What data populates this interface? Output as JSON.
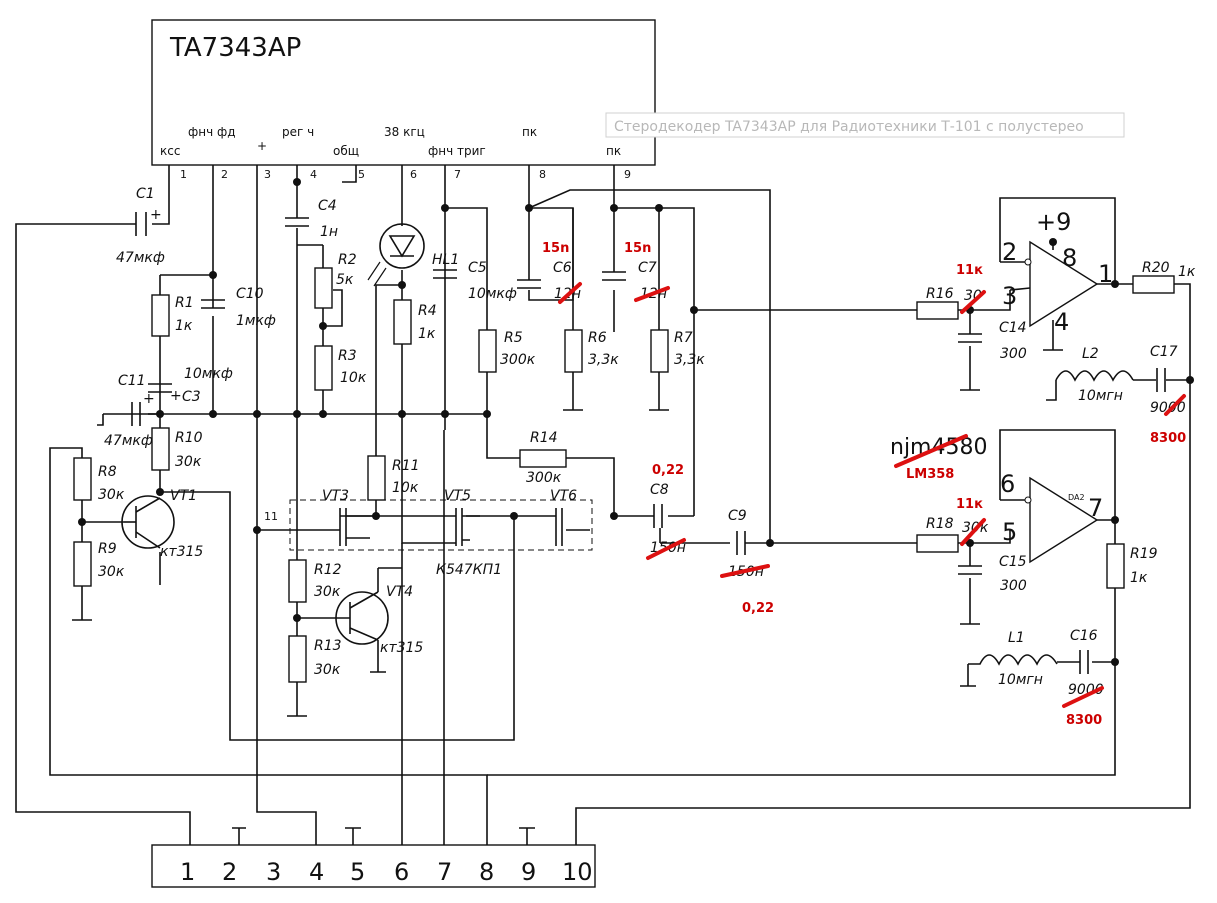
{
  "ic": {
    "name": "TA7343AP",
    "pin_names": [
      "ксс",
      "фнч фд",
      "+",
      "рег ч",
      "общ",
      "38 кгц",
      "фнч триг",
      "пк",
      "пк"
    ],
    "pin_numbers": [
      "1",
      "2",
      "3",
      "4",
      "5",
      "6",
      "7",
      "8",
      "9"
    ]
  },
  "tooltip": "Стеродекодер TA7343AP для Радиотехники Т-101 с полустерео",
  "components": {
    "C1": {
      "ref": "C1",
      "value": "47мкф"
    },
    "C10": {
      "ref": "C10",
      "value": "1мкф"
    },
    "R1": {
      "ref": "R1",
      "value": "1к"
    },
    "C11": {
      "ref": "C11",
      "value": "47мкф"
    },
    "C3": {
      "ref": "C3",
      "value": "10мкф"
    },
    "R10": {
      "ref": "R10",
      "value": "30к"
    },
    "R8": {
      "ref": "R8",
      "value": "30к"
    },
    "R9": {
      "ref": "R9",
      "value": "30к"
    },
    "VT1": {
      "ref": "VT1",
      "value": "кт315"
    },
    "C4": {
      "ref": "C4",
      "value": "1н"
    },
    "R2": {
      "ref": "R2",
      "value": "5к"
    },
    "R3": {
      "ref": "R3",
      "value": "10к"
    },
    "HL1": {
      "ref": "HL1"
    },
    "R4": {
      "ref": "R4",
      "value": "1к"
    },
    "C5": {
      "ref": "C5",
      "value": "10мкф"
    },
    "R5": {
      "ref": "R5",
      "value": "300к"
    },
    "C6": {
      "ref": "C6",
      "value": "12н"
    },
    "C7": {
      "ref": "C7",
      "value": "12н"
    },
    "R6": {
      "ref": "R6",
      "value": "3,3к"
    },
    "R7": {
      "ref": "R7",
      "value": "3,3к"
    },
    "R14": {
      "ref": "R14",
      "value": "300к"
    },
    "R11": {
      "ref": "R11",
      "value": "10к"
    },
    "VT3": {
      "ref": "VT3"
    },
    "VT5": {
      "ref": "VT5"
    },
    "VT6": {
      "ref": "VT6"
    },
    "K547": {
      "ref": "К547КП1"
    },
    "node11": {
      "ref": "11"
    },
    "R12": {
      "ref": "R12",
      "value": "30к"
    },
    "R13": {
      "ref": "R13",
      "value": "30к"
    },
    "VT4": {
      "ref": "VT4",
      "value": "кт315"
    },
    "C8": {
      "ref": "C8",
      "value": "150н"
    },
    "C9": {
      "ref": "C9",
      "value": "150н"
    },
    "R16": {
      "ref": "R16",
      "value": "30"
    },
    "C14": {
      "ref": "C14",
      "value": "300"
    },
    "R20": {
      "ref": "R20",
      "value": "1к"
    },
    "L2": {
      "ref": "L2",
      "value": "10мгн"
    },
    "C17": {
      "ref": "C17",
      "value": "9000"
    },
    "R18": {
      "ref": "R18",
      "value": "30к"
    },
    "C15": {
      "ref": "C15",
      "value": "300"
    },
    "R19": {
      "ref": "R19",
      "value": "1к"
    },
    "L1": {
      "ref": "L1",
      "value": "10мгн"
    },
    "C16": {
      "ref": "C16",
      "value": "9000"
    },
    "DA2": {
      "ref": "DA2"
    }
  },
  "opamp_top": {
    "supply": "+9",
    "pin_in_minus": "2",
    "pin_in_plus": "3",
    "pin_v_plus": "8",
    "pin_v_minus": "4",
    "pin_out": "1"
  },
  "opamp_bottom": {
    "model": "njm4580",
    "pin_in_minus": "6",
    "pin_in_plus": "5",
    "pin_out": "7"
  },
  "annotations": {
    "c6_new": "15n",
    "c7_new": "15n",
    "c8_new": "0,22",
    "c9_new": "0,22",
    "r16_new": "11к",
    "r18_new": "11к",
    "c17_new": "8300",
    "c16_new": "8300",
    "opamp_new": "LM358"
  },
  "connector": {
    "pins": [
      "1",
      "2",
      "3",
      "4",
      "5",
      "6",
      "7",
      "8",
      "9",
      "10"
    ]
  }
}
